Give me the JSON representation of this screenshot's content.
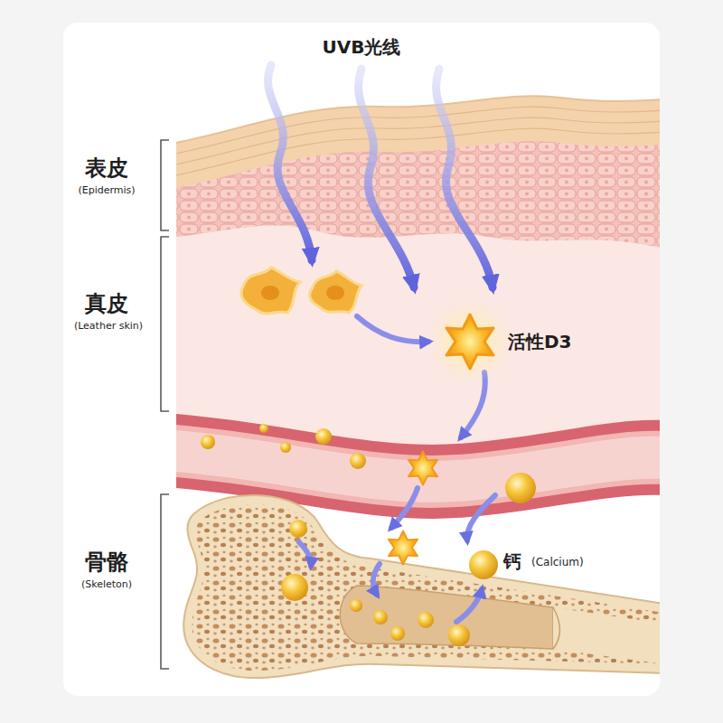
{
  "diagram": {
    "labels": [
      "UVB光线",
      "表皮",
      "(Epidermis)",
      "真皮",
      "(Leather skin)",
      "骨骼",
      "(Skeleton)",
      "活性D3",
      "钙",
      "(Calcium)"
    ]
  }
}
